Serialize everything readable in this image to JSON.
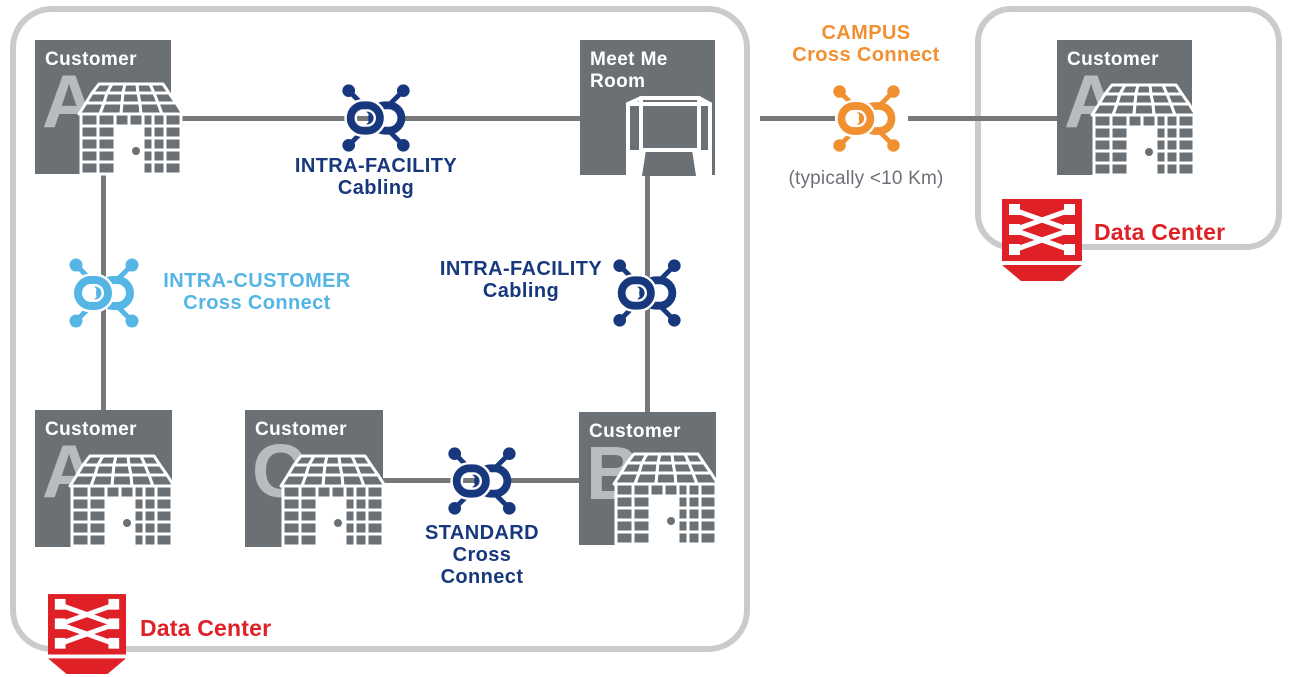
{
  "colors": {
    "box_gray": "#6b7075",
    "letter_gray": "#b9bbbd",
    "line_gray": "#77787a",
    "border_gray": "#c9cbcd",
    "navy": "#17387c",
    "light_blue": "#55b5e5",
    "orange": "#f09030",
    "red": "#df2127"
  },
  "left_facility": {
    "nodes": {
      "customer_a_top": {
        "label": "Customer",
        "letter": "A"
      },
      "meet_me_room": {
        "label": "Meet Me\nRoom"
      },
      "customer_a_bottom": {
        "label": "Customer",
        "letter": "A"
      },
      "customer_c": {
        "label": "Customer",
        "letter": "C"
      },
      "customer_b": {
        "label": "Customer",
        "letter": "B"
      }
    },
    "badge": {
      "label": "Data Center"
    }
  },
  "right_facility": {
    "nodes": {
      "customer_a": {
        "label": "Customer",
        "letter": "A"
      }
    },
    "badge": {
      "label": "Data Center"
    }
  },
  "connections": {
    "intra_facility_top": {
      "title": "INTRA-FACILITY",
      "subtitle": "Cabling"
    },
    "intra_customer": {
      "title": "INTRA-CUSTOMER",
      "subtitle": "Cross Connect"
    },
    "intra_facility_mid": {
      "title": "INTRA-FACILITY",
      "subtitle": "Cabling"
    },
    "standard": {
      "title": "STANDARD",
      "subtitle_line1": "Cross",
      "subtitle_line2": "Connect"
    },
    "campus": {
      "title": "CAMPUS",
      "subtitle": "Cross Connect",
      "note": "(typically <10 Km)"
    }
  }
}
